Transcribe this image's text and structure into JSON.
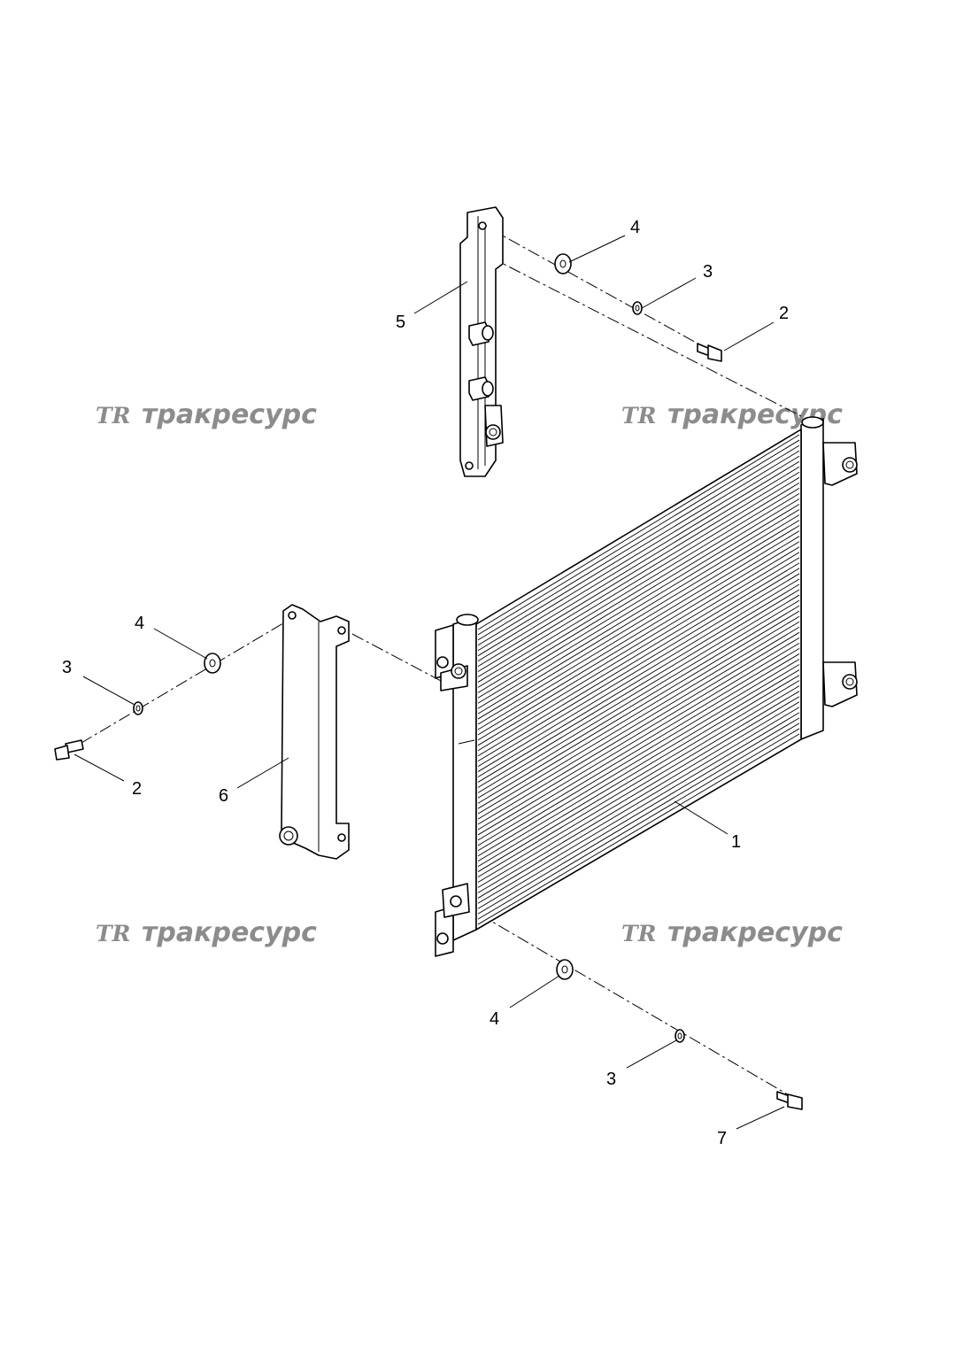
{
  "watermark": {
    "logo": "TR",
    "text": "тракресурс"
  },
  "callouts": {
    "c1": "1",
    "c2_top": "2",
    "c3_top": "3",
    "c4_top": "4",
    "c5": "5",
    "c4_left": "4",
    "c3_left": "3",
    "c2_left": "2",
    "c6": "6",
    "c4_bottom": "4",
    "c3_bottom": "3",
    "c7": "7"
  }
}
